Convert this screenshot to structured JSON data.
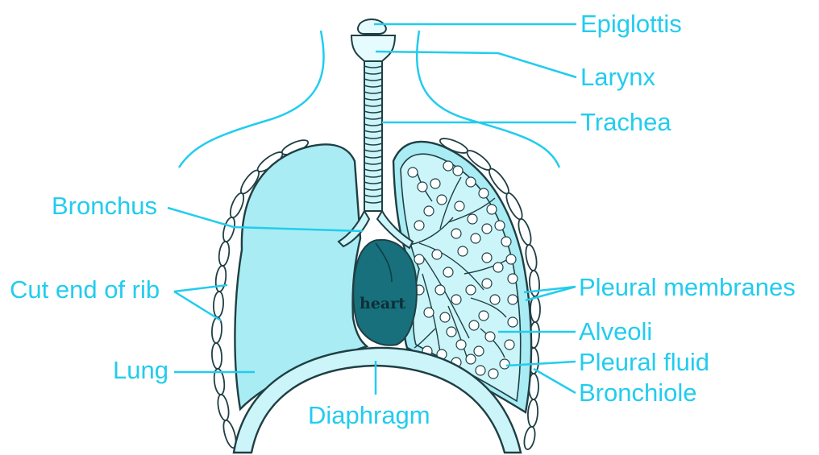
{
  "labels": {
    "epiglottis": "Epiglottis",
    "larynx": "Larynx",
    "trachea": "Trachea",
    "bronchus": "Bronchus",
    "cut_end_of_rib": "Cut end of rib",
    "pleural_membranes": "Pleural membranes",
    "alveoli": "Alveoli",
    "pleural_fluid": "Pleural fluid",
    "bronchiole": "Bronchiole",
    "lung": "Lung",
    "diaphragm": "Diaphragm",
    "heart": "heart"
  },
  "colors": {
    "label": "#22ccee",
    "lung_fill": "#a9ecf3",
    "heart_fill": "#17707c",
    "outline": "#1f3f44",
    "background": "#ffffff"
  }
}
